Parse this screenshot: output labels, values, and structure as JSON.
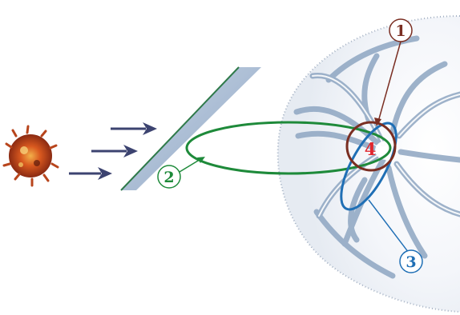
{
  "labels": {
    "one": "1",
    "two": "2",
    "three": "3",
    "four": "4"
  },
  "colors": {
    "label_1": "#7a2e22",
    "label_2": "#1e8a3a",
    "label_3": "#1f6fb5",
    "label_4": "#e0282f",
    "arrows": "#3c4370",
    "plate_face": "#a9bdd6",
    "plate_edge": "#2f7a4a",
    "magnetosphere": "#8ea6c2",
    "sun": "#c2471d"
  },
  "icons": {
    "sun": "sun-icon",
    "solar-wind": "arrow-right-icon",
    "magnetosphere": "magnetosphere-icon",
    "plate": "plate-icon"
  }
}
